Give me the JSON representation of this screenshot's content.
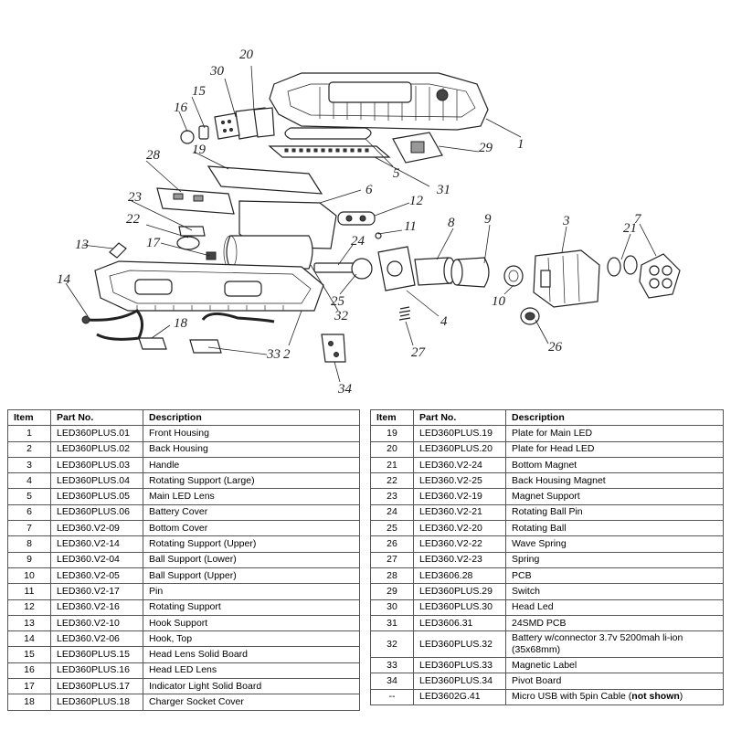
{
  "diagram": {
    "callouts": [
      "1",
      "2",
      "3",
      "4",
      "5",
      "6",
      "7",
      "8",
      "9",
      "10",
      "11",
      "12",
      "13",
      "14",
      "15",
      "16",
      "17",
      "18",
      "19",
      "20",
      "21",
      "22",
      "23",
      "24",
      "25",
      "26",
      "27",
      "28",
      "29",
      "30",
      "31",
      "32",
      "33",
      "34"
    ]
  },
  "table": {
    "headers": [
      "Item",
      "Part No.",
      "Description"
    ],
    "left": [
      {
        "item": "1",
        "part": "LED360PLUS.01",
        "desc": "Front Housing"
      },
      {
        "item": "2",
        "part": "LED360PLUS.02",
        "desc": "Back Housing"
      },
      {
        "item": "3",
        "part": "LED360PLUS.03",
        "desc": "Handle"
      },
      {
        "item": "4",
        "part": "LED360PLUS.04",
        "desc": "Rotating Support (Large)"
      },
      {
        "item": "5",
        "part": "LED360PLUS.05",
        "desc": "Main LED Lens"
      },
      {
        "item": "6",
        "part": "LED360PLUS.06",
        "desc": "Battery Cover"
      },
      {
        "item": "7",
        "part": "LED360.V2-09",
        "desc": "Bottom Cover"
      },
      {
        "item": "8",
        "part": "LED360.V2-14",
        "desc": "Rotating Support (Upper)"
      },
      {
        "item": "9",
        "part": "LED360.V2-04",
        "desc": "Ball Support (Lower)"
      },
      {
        "item": "10",
        "part": "LED360.V2-05",
        "desc": "Ball Support (Upper)"
      },
      {
        "item": "11",
        "part": "LED360.V2-17",
        "desc": "Pin"
      },
      {
        "item": "12",
        "part": "LED360.V2-16",
        "desc": "Rotating Support"
      },
      {
        "item": "13",
        "part": "LED360.V2-10",
        "desc": "Hook Support"
      },
      {
        "item": "14",
        "part": "LED360.V2-06",
        "desc": "Hook, Top"
      },
      {
        "item": "15",
        "part": "LED360PLUS.15",
        "desc": "Head Lens Solid Board"
      },
      {
        "item": "16",
        "part": "LED360PLUS.16",
        "desc": "Head LED Lens"
      },
      {
        "item": "17",
        "part": "LED360PLUS.17",
        "desc": "Indicator Light Solid Board"
      },
      {
        "item": "18",
        "part": "LED360PLUS.18",
        "desc": "Charger Socket Cover"
      }
    ],
    "right": [
      {
        "item": "19",
        "part": "LED360PLUS.19",
        "desc": "Plate for Main LED"
      },
      {
        "item": "20",
        "part": "LED360PLUS.20",
        "desc": "Plate for Head LED"
      },
      {
        "item": "21",
        "part": "LED360.V2-24",
        "desc": "Bottom Magnet"
      },
      {
        "item": "22",
        "part": "LED360.V2-25",
        "desc": "Back Housing Magnet"
      },
      {
        "item": "23",
        "part": "LED360.V2-19",
        "desc": "Magnet Support"
      },
      {
        "item": "24",
        "part": "LED360.V2-21",
        "desc": "Rotating Ball Pin"
      },
      {
        "item": "25",
        "part": "LED360.V2-20",
        "desc": "Rotating Ball"
      },
      {
        "item": "26",
        "part": "LED360.V2-22",
        "desc": "Wave Spring"
      },
      {
        "item": "27",
        "part": "LED360.V2-23",
        "desc": "Spring"
      },
      {
        "item": "28",
        "part": "LED3606.28",
        "desc": "PCB"
      },
      {
        "item": "29",
        "part": "LED360PLUS.29",
        "desc": "Switch"
      },
      {
        "item": "30",
        "part": "LED360PLUS.30",
        "desc": "Head Led"
      },
      {
        "item": "31",
        "part": "LED3606.31",
        "desc": "24SMD PCB"
      },
      {
        "item": "32",
        "part": "LED360PLUS.32",
        "desc": "Battery w/connector 3.7v 5200mah li-ion (35x68mm)"
      },
      {
        "item": "33",
        "part": "LED360PLUS.33",
        "desc": "Magnetic Label"
      },
      {
        "item": "34",
        "part": "LED360PLUS.34",
        "desc": "Pivot Board"
      },
      {
        "item": "--",
        "part": "LED3602G.41",
        "desc": "Micro USB with 5pin Cable (",
        "desc_bold": "not shown",
        "desc_end": ")"
      }
    ]
  }
}
